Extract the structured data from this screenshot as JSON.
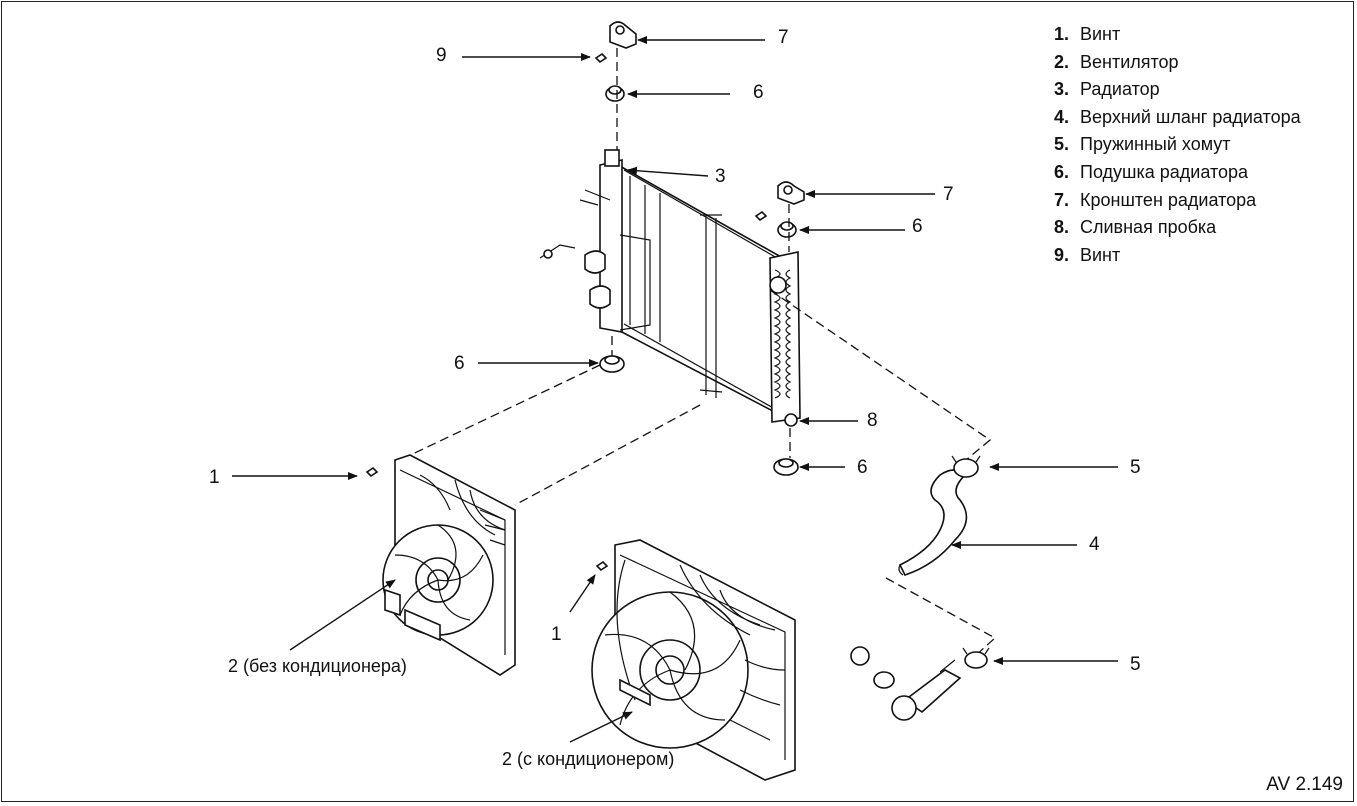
{
  "legend": [
    {
      "n": "1.",
      "text": "Винт"
    },
    {
      "n": "2.",
      "text": "Вентилятор"
    },
    {
      "n": "3.",
      "text": "Радиатор"
    },
    {
      "n": "4.",
      "text": "Верхний шланг радиатора"
    },
    {
      "n": "5.",
      "text": "Пружинный хомут"
    },
    {
      "n": "6.",
      "text": "Подушка радиатора"
    },
    {
      "n": "7.",
      "text": "Кронштен радиатора"
    },
    {
      "n": "8.",
      "text": "Сливная пробка"
    },
    {
      "n": "9.",
      "text": "Винт"
    }
  ],
  "callouts": {
    "c7_top": "7",
    "c9": "9",
    "c6_top": "6",
    "c3": "3",
    "c7_right": "7",
    "c6_right": "6",
    "c6_left": "6",
    "c8": "8",
    "c6_bottom": "6",
    "c1_left": "1",
    "c5_top": "5",
    "c4": "4",
    "c1_mid": "1",
    "c5_bottom": "5"
  },
  "captions": {
    "fan_no_ac": "2 (без кондиционера)",
    "fan_ac": "2 (с кондиционером)"
  },
  "figure_code": "AV 2.149"
}
